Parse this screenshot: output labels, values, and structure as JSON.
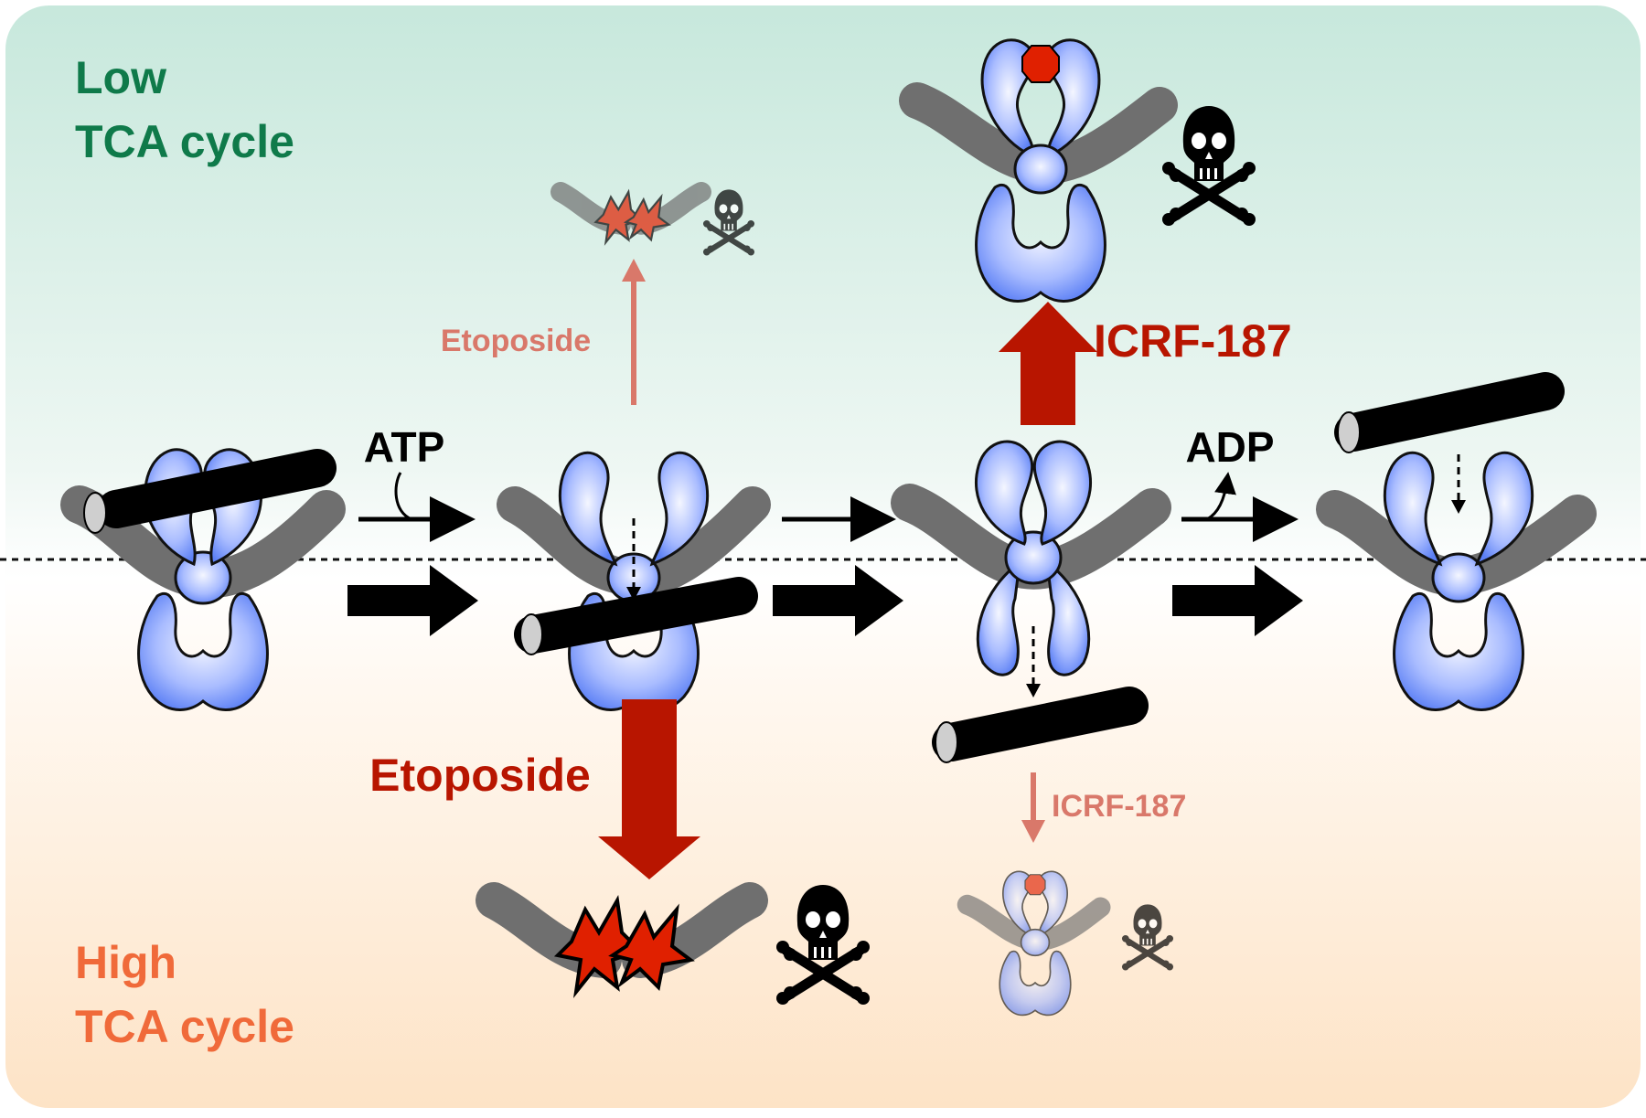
{
  "regions": {
    "top": {
      "line1": "Low",
      "line2": "TCA cycle",
      "color": "#0f7a4a"
    },
    "bottom": {
      "line1": "High",
      "line2": "TCA cycle",
      "color": "#f06a3a"
    }
  },
  "labels": {
    "atp": "ATP",
    "adp": "ADP",
    "etoposide_minor": "Etoposide",
    "etoposide_major": "Etoposide",
    "icrf_major": "ICRF-187",
    "icrf_minor": "ICRF-187"
  },
  "colors": {
    "protein": "#7a9bff",
    "dna_black": "#000000",
    "dna_gray": "#6f6f6f",
    "drug_red": "#b81500",
    "drug_faint": "#d9786a",
    "background_top": "#c7e8dc",
    "background_bottom": "#fde3c6"
  },
  "icons": [
    "skull-crossbones-icon",
    "dna-break-icon",
    "topoisomerase-icon",
    "drug-octagon-icon"
  ]
}
